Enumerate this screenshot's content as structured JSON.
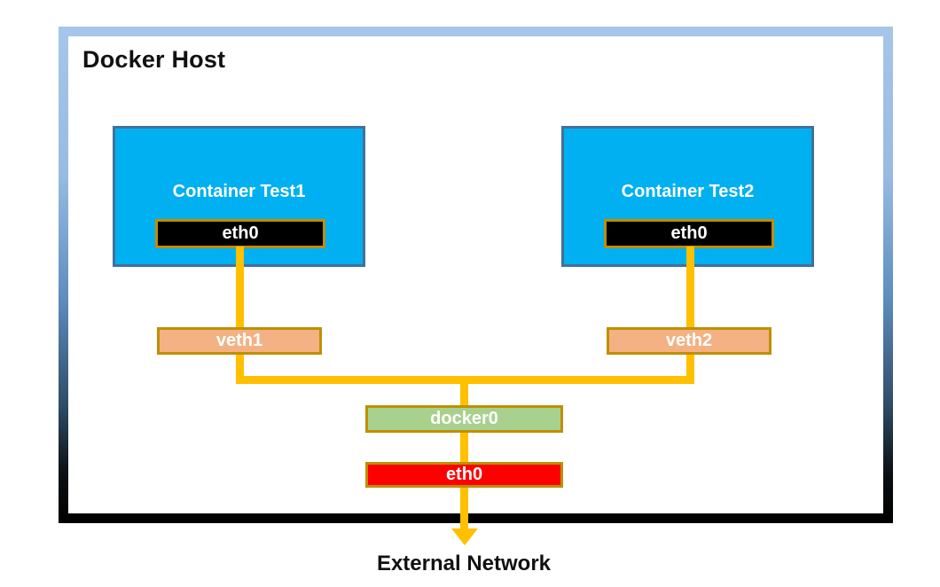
{
  "host": {
    "label": "Docker Host"
  },
  "containers": [
    {
      "name": "Container Test1",
      "interface_label": "eth0"
    },
    {
      "name": "Container Test2",
      "interface_label": "eth0"
    }
  ],
  "veth_interfaces": [
    {
      "label": "veth1"
    },
    {
      "label": "veth2"
    }
  ],
  "bridge": {
    "label": "docker0"
  },
  "host_interface": {
    "label": "eth0"
  },
  "external": {
    "label": "External Network"
  },
  "colors": {
    "container_fill": "#00B0F0",
    "container_border": "#41719C",
    "interface_fill": "#000000",
    "gold_border": "#BF8F00",
    "veth_fill": "#F4B183",
    "bridge_fill": "#A9D18E",
    "host_interface_fill": "#FF0000",
    "connector": "#FFC000",
    "host_border_top": "#A6C6E9",
    "host_border_bottom": "#000000"
  }
}
